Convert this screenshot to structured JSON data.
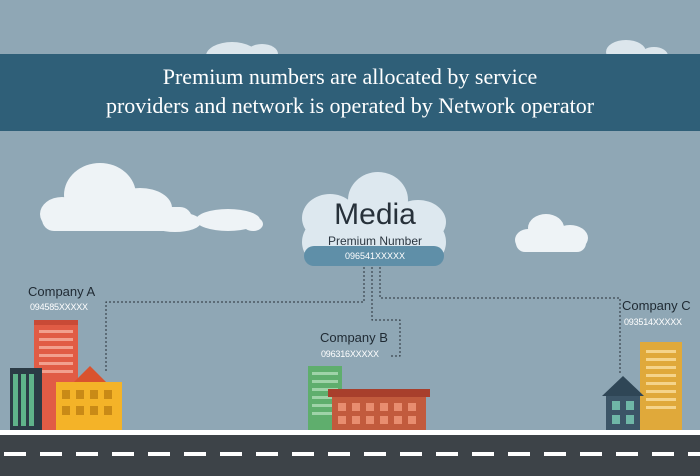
{
  "header": {
    "line1": "Premium numbers are allocated by service",
    "line2": "providers and network is operated by Network operator"
  },
  "media": {
    "title": "Media",
    "subtitle": "Premium Number",
    "number": "096541XXXXX"
  },
  "companies": [
    {
      "name": "Company A",
      "number": "094585XXXXX"
    },
    {
      "name": "Company B",
      "number": "096316XXXXX"
    },
    {
      "name": "Company C",
      "number": "093514XXXXX"
    }
  ],
  "colors": {
    "sky": "#8fa7b5",
    "banner": "#2f5f78",
    "cloud": "#eef3f6",
    "road": "#3d4348",
    "connector": "#2a3239"
  }
}
